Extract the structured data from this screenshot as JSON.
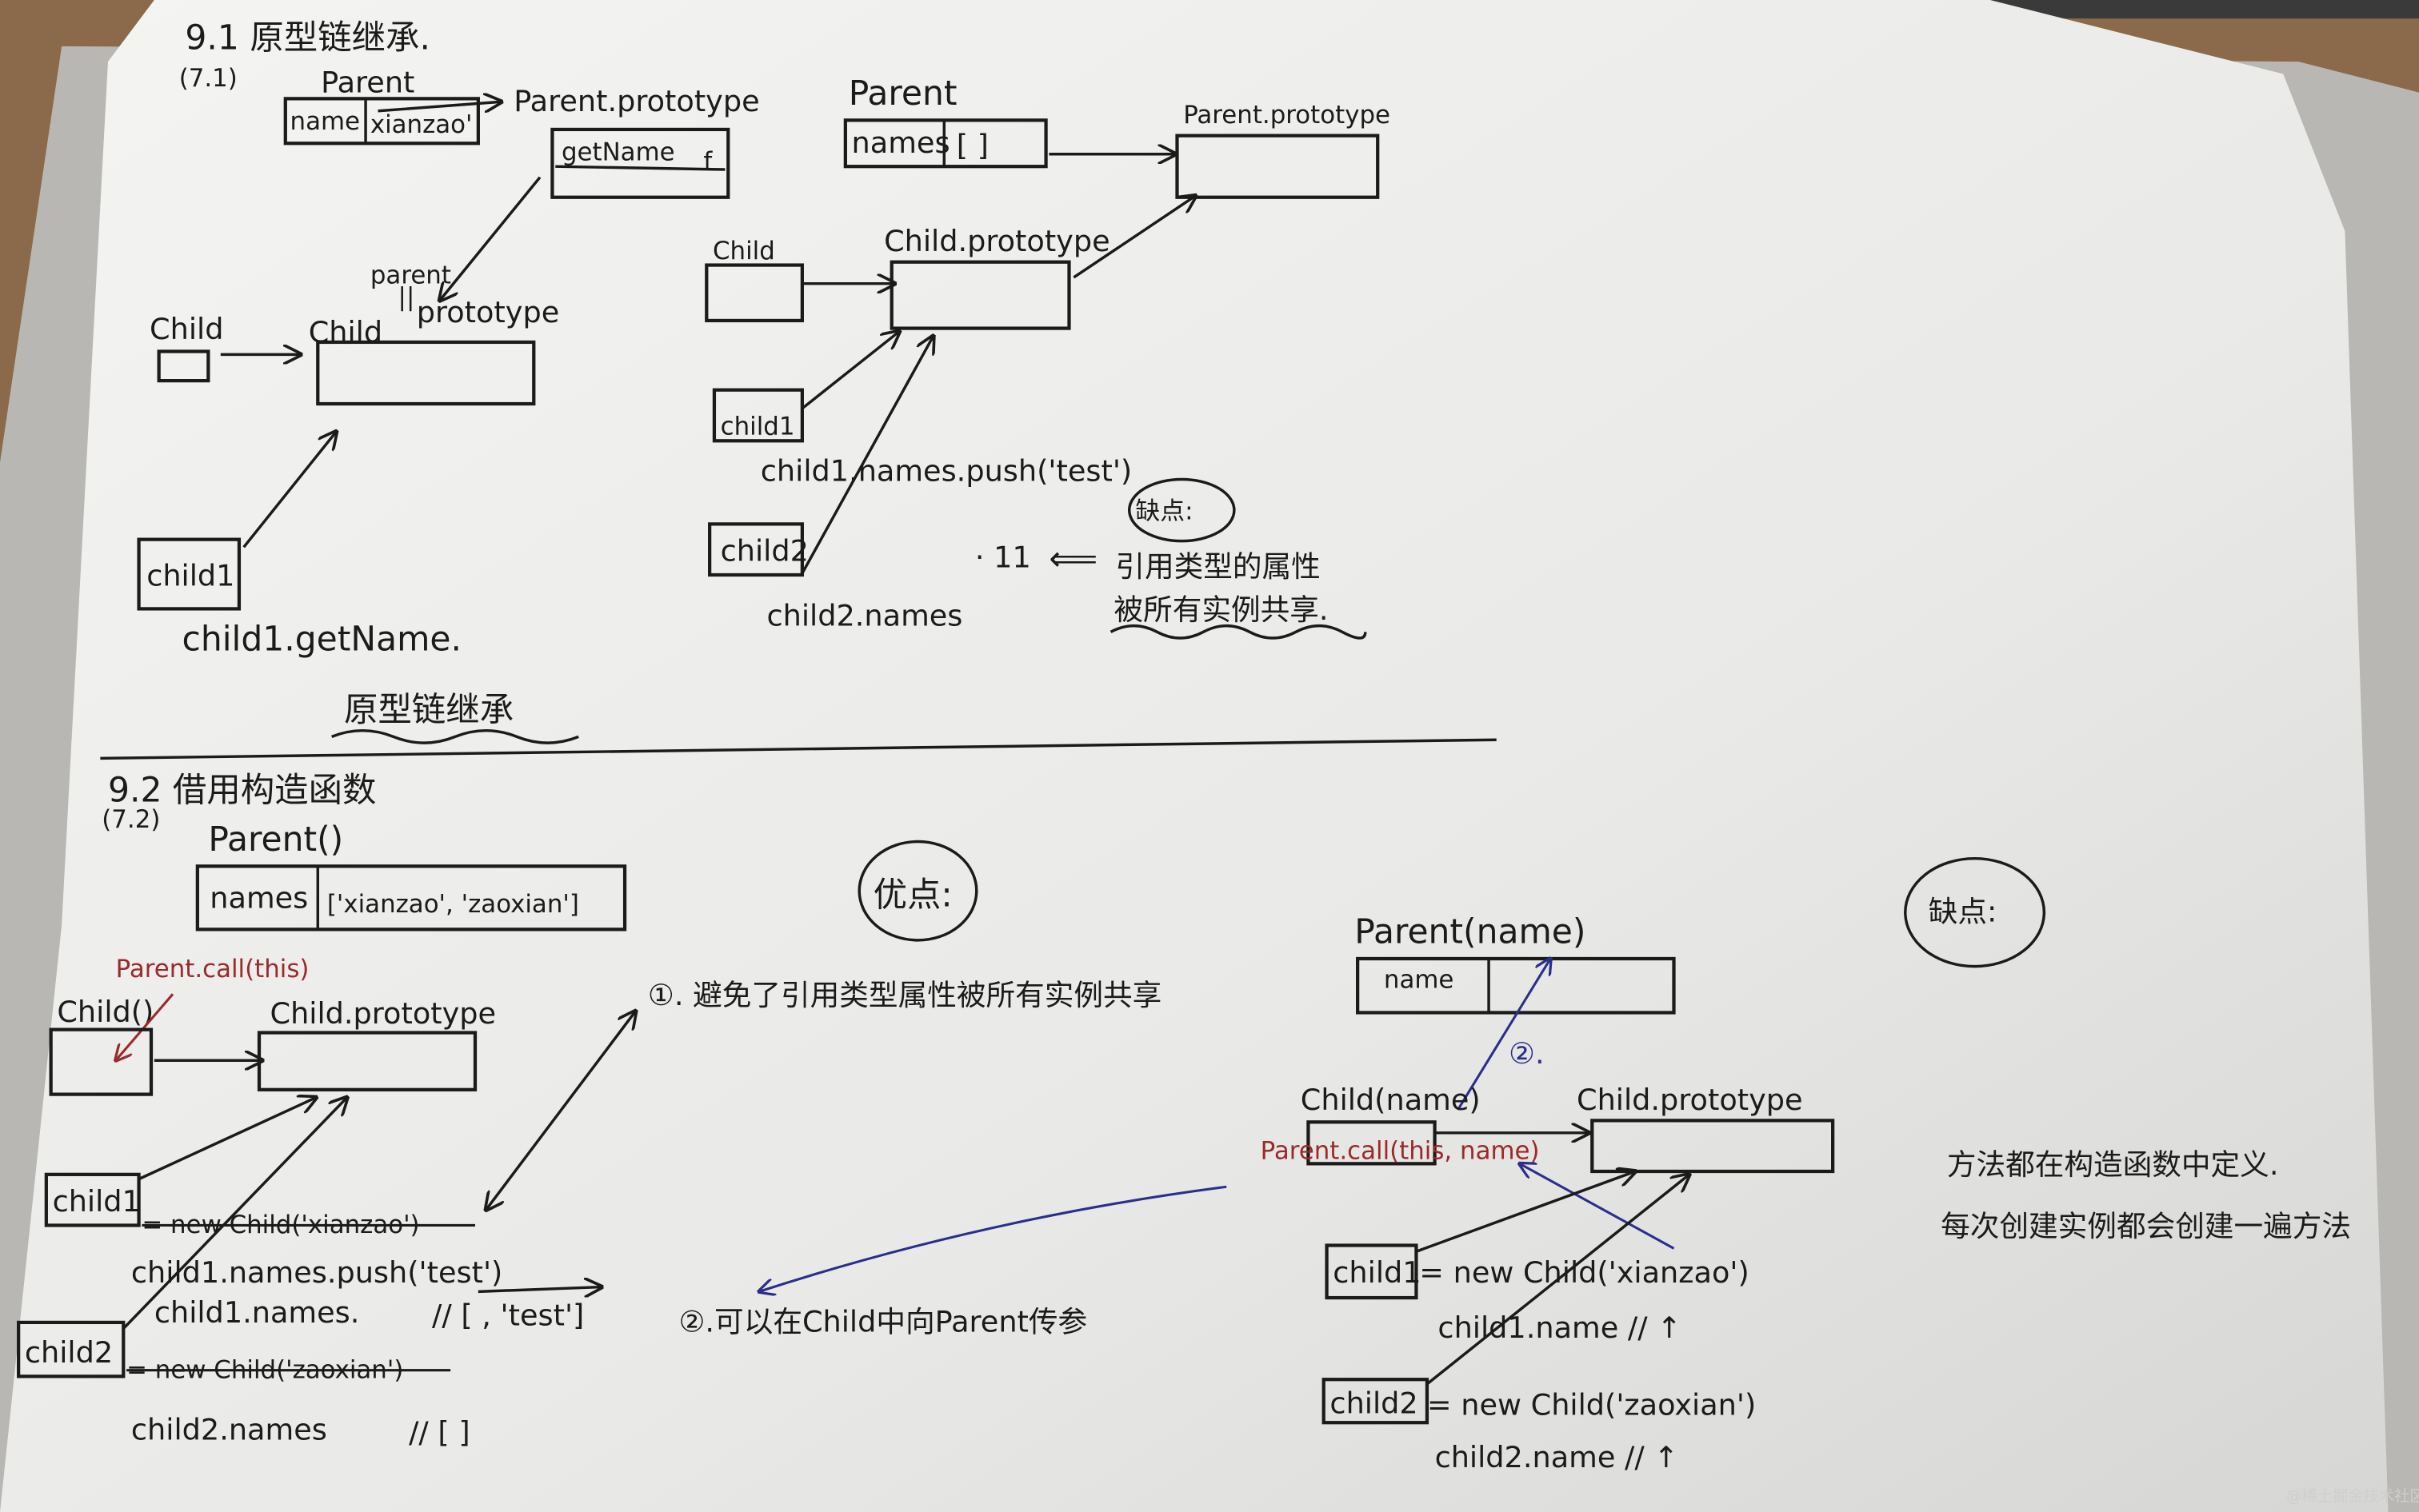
{
  "section1": {
    "title": "9.1 原型链继承.",
    "number": "(7.1)",
    "left": {
      "parent_label": "Parent",
      "parent_key": "name",
      "parent_value": "xianzao'",
      "parent_proto_label": "Parent.prototype",
      "get_name": "getName",
      "func": "f",
      "child_label": "Child",
      "child_proto_label": "Child",
      "child_proto_note_parent": "parent",
      "child_proto_note_eq": "||",
      "child_proto_note_proto": "prototype",
      "instance": "child1",
      "call": "child1.getName."
    },
    "right": {
      "parent_label": "Parent",
      "parent_key": "names",
      "parent_value": "[   ]",
      "parent_proto_label": "Parent.prototype",
      "child_label": "Child",
      "child_proto_label": "Child.prototype",
      "instance1": "child1",
      "push": "child1.names.push('test')",
      "instance2": "child2",
      "read": "child2.names",
      "result": "· 11",
      "arrow": "⟸",
      "cons_label": "缺点:",
      "cons_line1": "引用类型的属性",
      "cons_line2": "被所有实例共享."
    },
    "footer": "原型链继承"
  },
  "section2": {
    "title": "9.2 借用构造函数",
    "number": "(7.2)",
    "left": {
      "parent_label": "Parent()",
      "parent_key": "names",
      "parent_value": "['xianzao', 'zaoxian']",
      "call": "Parent.call(this)",
      "child_label": "Child()",
      "child_proto_label": "Child.prototype",
      "instance1": "child1",
      "new1": "= new Child('xianzao')",
      "push": "child1.names.push('test')",
      "read1": "child1.names.",
      "result1": "// [  ,  'test']",
      "instance2": "child2",
      "new2": "= new Child('zaoxian')",
      "read2": "child2.names",
      "result2": "// [       ]"
    },
    "pros": {
      "label": "优点:",
      "item1": "①. 避免了引用类型属性被所有实例共享",
      "item2": "②.可以在Child中向Parent传参"
    },
    "right": {
      "parent_label": "Parent(name)",
      "parent_key": "name",
      "marker": "②.",
      "child_label": "Child(name)",
      "call": "Parent.call(this, name)",
      "child_proto_label": "Child.prototype",
      "instance1": "child1",
      "new1": "= new Child('xianzao')",
      "read1": "child1.name // ↑",
      "instance2": "child2",
      "new2": "= new Child('zaoxian')",
      "read2": "child2.name // ↑"
    },
    "cons": {
      "label": "缺点:",
      "line1": "方法都在构造函数中定义.",
      "line2": "每次创建实例都会创建一遍方法"
    }
  },
  "watermark": "@稀土掘金技术社区",
  "colors": {
    "ink": "#1b1b1b",
    "red_ink": "#9b2a2a",
    "blue_ink": "#2b2f8c",
    "paper": "#ececea",
    "table": "#8a6a4a"
  }
}
